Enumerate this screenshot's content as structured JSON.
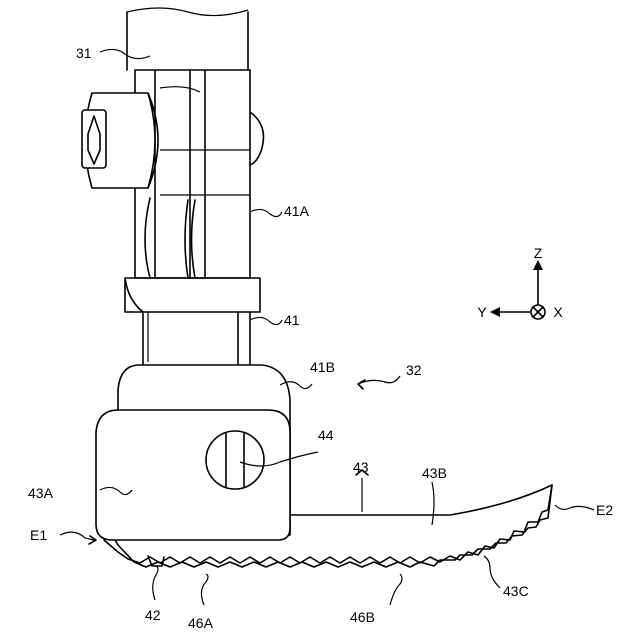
{
  "labels": {
    "shaft": "31",
    "link_upper": "41A",
    "link": "41",
    "link_lower": "41B",
    "presser_foot": "32",
    "screw": "44",
    "sole": "43",
    "sole_rear_part": "43A",
    "sole_front_part": "43B",
    "sole_teeth": "43C",
    "end_rear": "E1",
    "end_front": "E2",
    "notch": "42",
    "teeth_rear": "46A",
    "teeth_front": "46B"
  },
  "axes": {
    "z": "Z",
    "y": "Y",
    "x": "X"
  }
}
